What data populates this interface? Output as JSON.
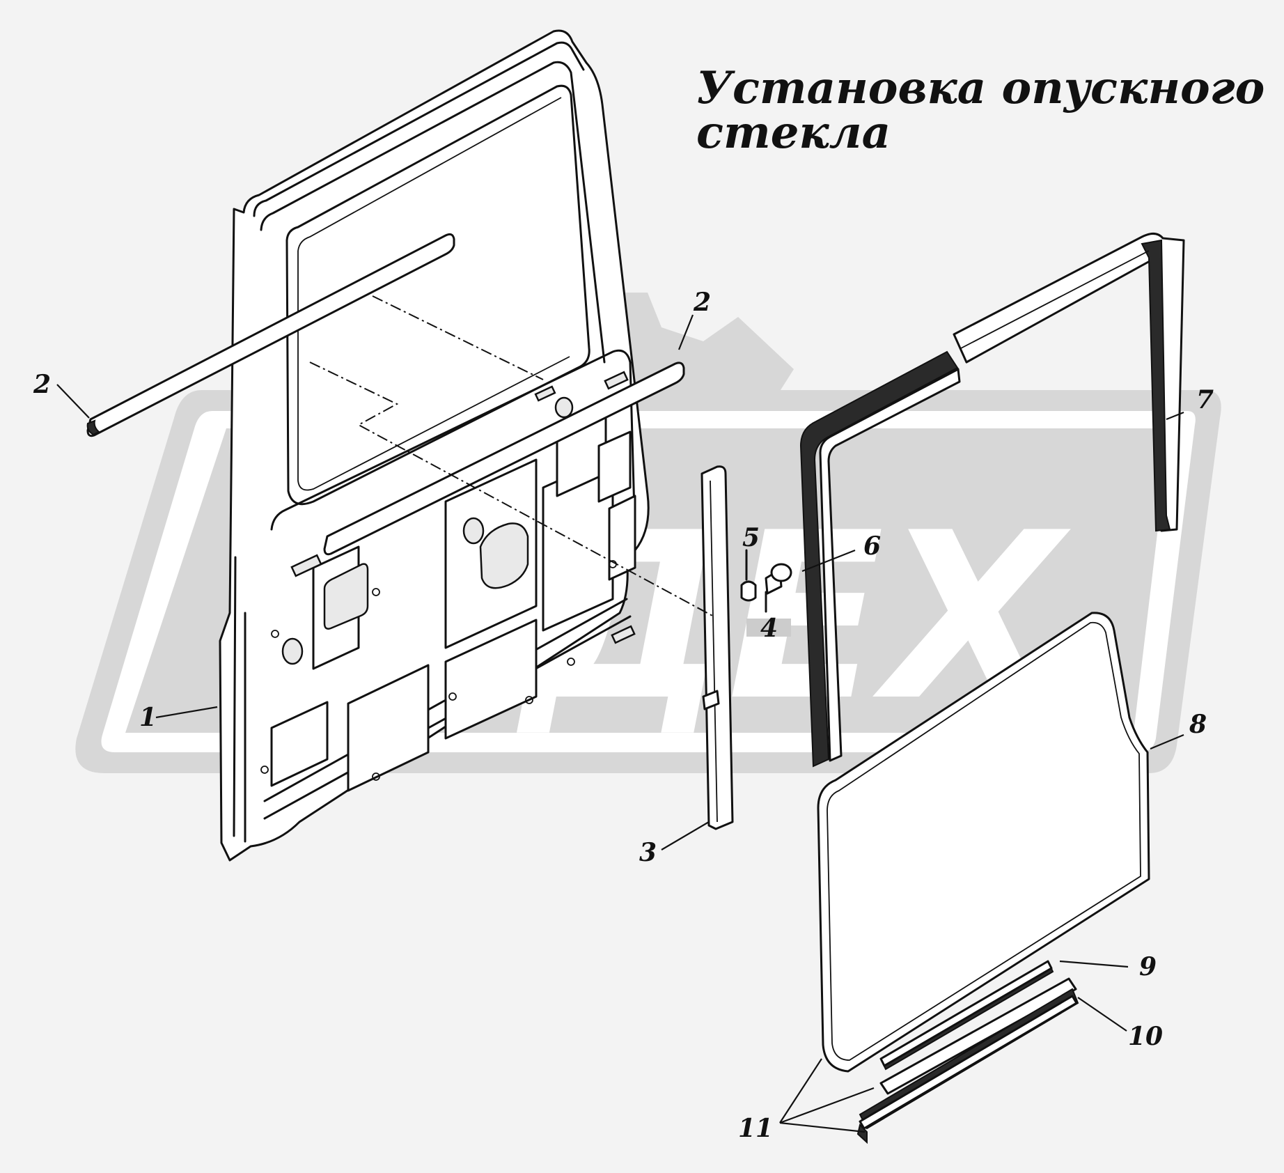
{
  "title": {
    "line1": "Установка опускного",
    "line2": "стекла"
  },
  "watermark": {
    "text": "ОДЕХ",
    "color": "#d7d7d7"
  },
  "callouts": [
    {
      "id": "c1",
      "label": "1"
    },
    {
      "id": "c2a",
      "label": "2"
    },
    {
      "id": "c2b",
      "label": "2"
    },
    {
      "id": "c3",
      "label": "3"
    },
    {
      "id": "c4",
      "label": "4"
    },
    {
      "id": "c5",
      "label": "5"
    },
    {
      "id": "c6",
      "label": "6"
    },
    {
      "id": "c7",
      "label": "7"
    },
    {
      "id": "c8",
      "label": "8"
    },
    {
      "id": "c9",
      "label": "9"
    },
    {
      "id": "c10",
      "label": "10"
    },
    {
      "id": "c11",
      "label": "11"
    }
  ]
}
